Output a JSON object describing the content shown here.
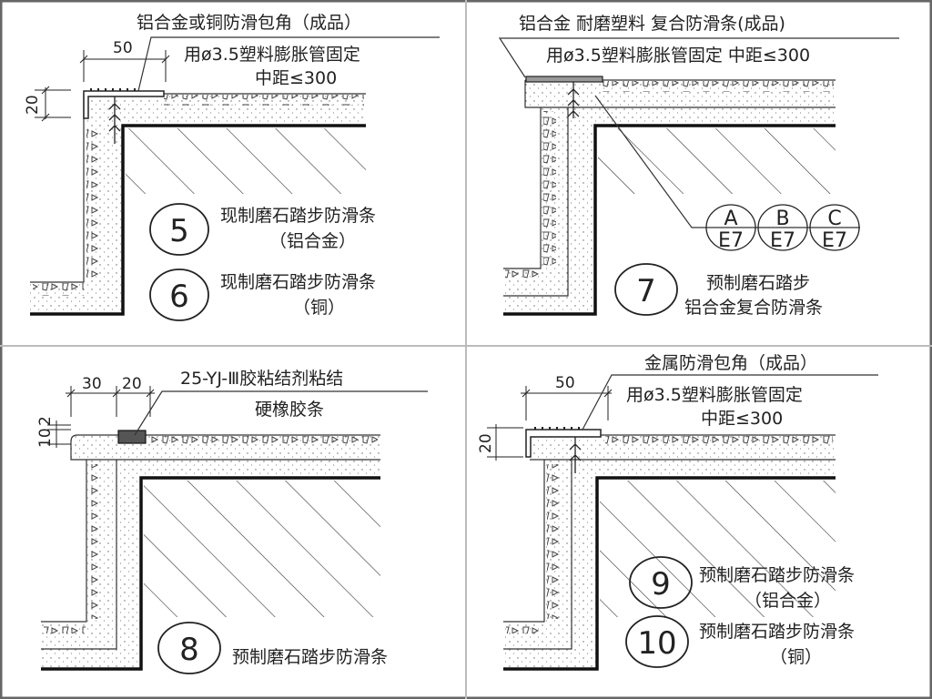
{
  "panels": [
    {
      "callout": "铝合金或铜防滑包角（成品）",
      "note_line1": "用ø3.5塑料膨胀管固定",
      "note_line2": "中距≤300",
      "dims": [
        "50",
        "20"
      ],
      "details": [
        {
          "number": "5",
          "title": "现制磨石踏步防滑条",
          "material": "（铝合金）"
        },
        {
          "number": "6",
          "title": "现制磨石踏步防滑条",
          "material": "（铜）"
        }
      ]
    },
    {
      "callout": "铝合金  耐磨塑料 复合防滑条(成品)",
      "note_line1": "用ø3.5塑料膨胀管固定  中距≤300",
      "references": [
        {
          "letter": "A",
          "sheet": "E7"
        },
        {
          "letter": "B",
          "sheet": "E7"
        },
        {
          "letter": "C",
          "sheet": "E7"
        }
      ],
      "details": [
        {
          "number": "7",
          "title": "预制磨石踏步",
          "material": "铝合金复合防滑条"
        }
      ]
    },
    {
      "callout": "25-YJ-Ⅲ胶粘结剂粘结",
      "note_line1": "硬橡胶条",
      "dims": [
        "30",
        "20",
        "10",
        "2"
      ],
      "details": [
        {
          "number": "8",
          "title": "预制磨石踏步防滑条"
        }
      ]
    },
    {
      "callout": "金属防滑包角（成品）",
      "note_line1": "用ø3.5塑料膨胀管固定",
      "note_line2": "中距≤300",
      "dims": [
        "50",
        "20"
      ],
      "details": [
        {
          "number": "9",
          "title": "预制磨石踏步防滑条",
          "material": "（铝合金）"
        },
        {
          "number": "10",
          "title": "预制磨石踏步防滑条",
          "material": "（铜）"
        }
      ]
    }
  ]
}
